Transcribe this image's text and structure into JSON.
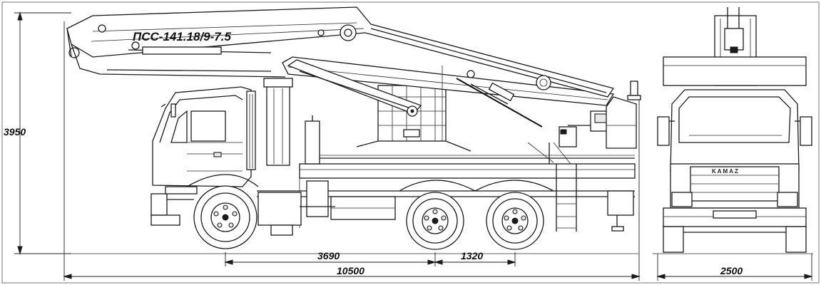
{
  "model": "ПСС-141.18/9-7.5",
  "brand": "KAMAZ",
  "dimensions": {
    "height": "3950",
    "wheelbase_front": "3690",
    "wheelbase_rear": "1320",
    "overall_length": "10500",
    "overall_width": "2500"
  }
}
